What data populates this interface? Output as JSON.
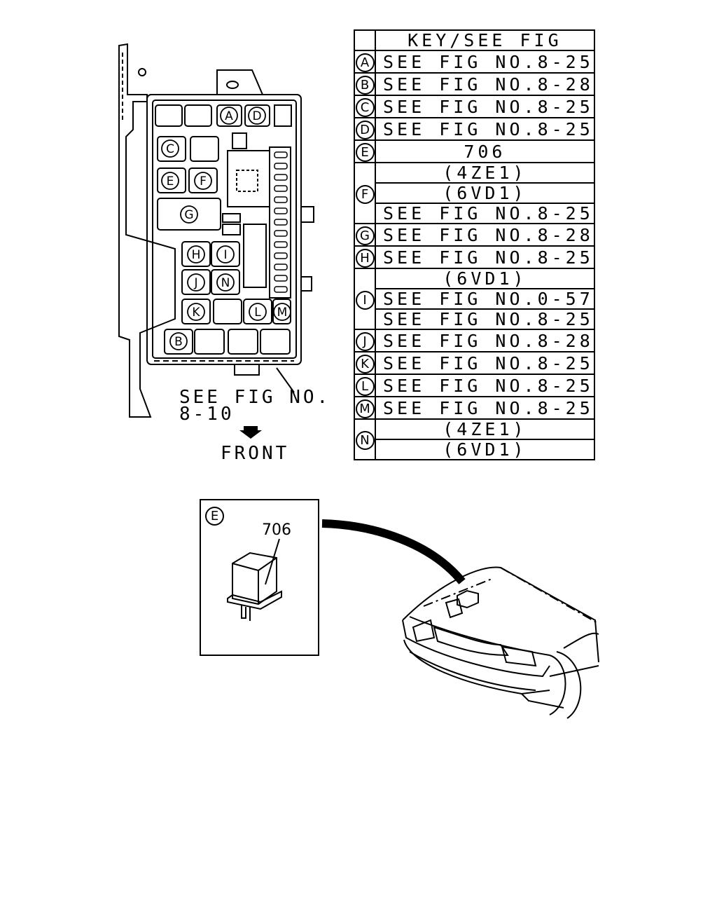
{
  "fuse_box": {
    "labels": [
      "A",
      "B",
      "C",
      "D",
      "E",
      "F",
      "G",
      "H",
      "I",
      "J",
      "K",
      "L",
      "M",
      "N"
    ],
    "note_line1": "SEE FIG NO.",
    "note_line2": "8-10",
    "front_label": "FRONT"
  },
  "table": {
    "header": "KEY/SEE FIG",
    "rows": [
      {
        "key": "A",
        "lines": [
          "SEE FIG NO.8-25"
        ]
      },
      {
        "key": "B",
        "lines": [
          "SEE FIG NO.8-28"
        ]
      },
      {
        "key": "C",
        "lines": [
          "SEE FIG NO.8-25"
        ]
      },
      {
        "key": "D",
        "lines": [
          "SEE FIG NO.8-25"
        ]
      },
      {
        "key": "E",
        "lines": [
          "706"
        ]
      },
      {
        "key": "F",
        "lines": [
          "(4ZE1)",
          "(6VD1)",
          "SEE FIG NO.8-25"
        ]
      },
      {
        "key": "G",
        "lines": [
          "SEE FIG NO.8-28"
        ]
      },
      {
        "key": "H",
        "lines": [
          "SEE FIG NO.8-25"
        ]
      },
      {
        "key": "I",
        "lines": [
          "(6VD1)",
          "SEE FIG NO.0-57",
          "SEE FIG NO.8-25"
        ]
      },
      {
        "key": "J",
        "lines": [
          "SEE FIG NO.8-28"
        ]
      },
      {
        "key": "K",
        "lines": [
          "SEE FIG NO.8-25"
        ]
      },
      {
        "key": "L",
        "lines": [
          "SEE FIG NO.8-25"
        ]
      },
      {
        "key": "M",
        "lines": [
          "SEE FIG NO.8-25"
        ]
      },
      {
        "key": "N",
        "lines": [
          "(4ZE1)",
          "(6VD1)"
        ]
      }
    ]
  },
  "detail": {
    "key": "E",
    "part_number": "706"
  }
}
